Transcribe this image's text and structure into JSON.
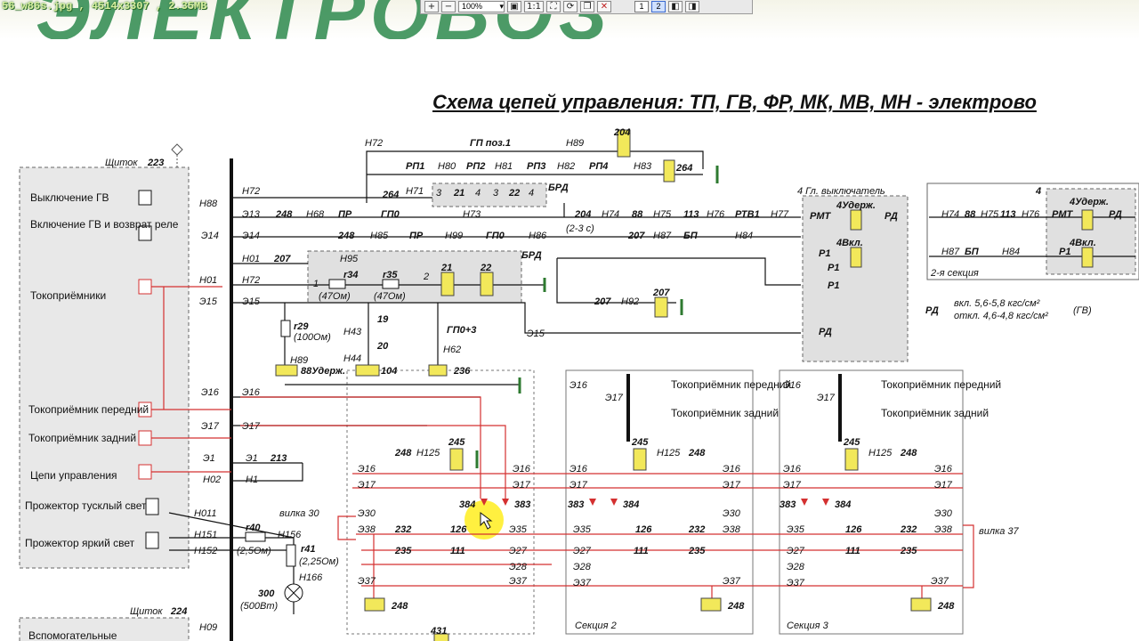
{
  "file_info": "56_w86s.jpg , 4514x3307 , 2.35MB",
  "toolbar": {
    "zoom": "100%",
    "ratio": "1:1",
    "pages": [
      "1",
      "2"
    ],
    "icons": [
      "zoom-in-icon",
      "zoom-out-icon",
      "fit-icon",
      "fullscreen-icon",
      "rotate-icon",
      "close-icon"
    ]
  },
  "title": "Схема цепей управления: ТП, ГВ, ФР, МК, МВ, МН - электрово",
  "panels": {
    "shchitok_223": {
      "label": "Щиток",
      "number": "223"
    },
    "shchitok_224": {
      "label": "Щиток",
      "number": "224"
    },
    "gl_vykl": "4 Гл. выключатель",
    "sec2": "2-я секция",
    "section2": "Секция 2",
    "section3": "Секция 3",
    "vilka30": "вилка 30",
    "vilka37": "вилка 37"
  },
  "switches": [
    "Выключение ГВ",
    "Включение ГВ и возврат реле",
    "Токоприёмники",
    "Токоприёмник передний",
    "Токоприёмник задний",
    "Цепи управления",
    "Прожектор тусклый свет",
    "Прожектор яркий свет",
    "Вспомогательные"
  ],
  "rd_note": {
    "label": "РД",
    "on": "вкл. 5,6-5,8 кгс/см²",
    "off": "откл. 4,6-4,8 кгс/см²",
    "suffix": "(ГВ)"
  },
  "pantograph_labels": [
    "Токоприёмник передний",
    "Токоприёмник задний"
  ],
  "wire_labels": {
    "e13": "Э13",
    "e14": "Э14",
    "e15": "Э15",
    "e16": "Э16",
    "e17": "Э17",
    "e1": "Э1",
    "h1": "Н1",
    "h02": "Н02",
    "h88": "Н88",
    "h72": "Н72",
    "h01": "Н01",
    "h011": "Н011",
    "h151": "Н151",
    "h152": "Н152",
    "h09": "Н09",
    "h68": "Н68",
    "h73": "Н73",
    "h74": "Н74",
    "h75": "Н75",
    "h76": "Н76",
    "h77": "Н77",
    "h85": "Н85",
    "h99": "Н99",
    "h86": "Н86",
    "h87": "Н87",
    "h84": "Н84",
    "h95": "Н95",
    "h71": "Н71",
    "h80": "Н80",
    "h81": "Н81",
    "h82": "Н82",
    "h83": "Н83",
    "h89": "Н89",
    "h43": "Н43",
    "h44": "Н44",
    "h62": "Н62",
    "h92": "Н92",
    "h125": "Н125",
    "h156": "Н156",
    "h166": "Н166",
    "e30": "Э30",
    "e38": "Э38",
    "e35": "Э35",
    "e27": "Э27",
    "e28": "Э28",
    "e37": "Э37"
  },
  "components": {
    "c204": "204",
    "c264": "264",
    "c248": "248",
    "pr": "ПР",
    "gp0": "ГП0",
    "c207": "207",
    "c88": "88",
    "c113": "113",
    "rtv1": "РТВ1",
    "bp": "БП",
    "brd": "БРД",
    "rmt": "РМТ",
    "rd": "РД",
    "r1": "Р1",
    "uderzh": "4Удерж.",
    "vkl": "4Вкл.",
    "gp_poz1": "ГП поз.1",
    "rp1": "РП1",
    "rp2": "РП2",
    "rp3": "РП3",
    "rp4": "РП4",
    "c21": "21",
    "c22": "22",
    "c3": "3",
    "c4": "4",
    "r34": "r34",
    "r35": "r35",
    "ohm47": "(47Ом)",
    "r29": "r29",
    "ohm100": "(100Ом)",
    "c19": "19",
    "c20": "20",
    "gp03": "ГП0+3",
    "c236": "236",
    "c104": "104",
    "uderzh88": "88Удерж.",
    "c213": "213",
    "c245": "245",
    "c384": "384",
    "c383": "383",
    "c232": "232",
    "c126": "126",
    "c235": "235",
    "c111": "111",
    "r40": "r40",
    "ohm25": "(2,5Ом)",
    "r41": "r41",
    "ohm225": "(2,25Ом)",
    "c300": "300",
    "w500": "(500Вт)",
    "c431": "431",
    "time": "(2-3 с)",
    "n1": "1",
    "n2": "2",
    "n4": "4"
  },
  "colors": {
    "black_wire": "#111111",
    "red_wire": "#d43030",
    "relay_coil": "#f2e85a",
    "panel_fill": "#e4e4e4",
    "ground": "#2e7a30"
  }
}
